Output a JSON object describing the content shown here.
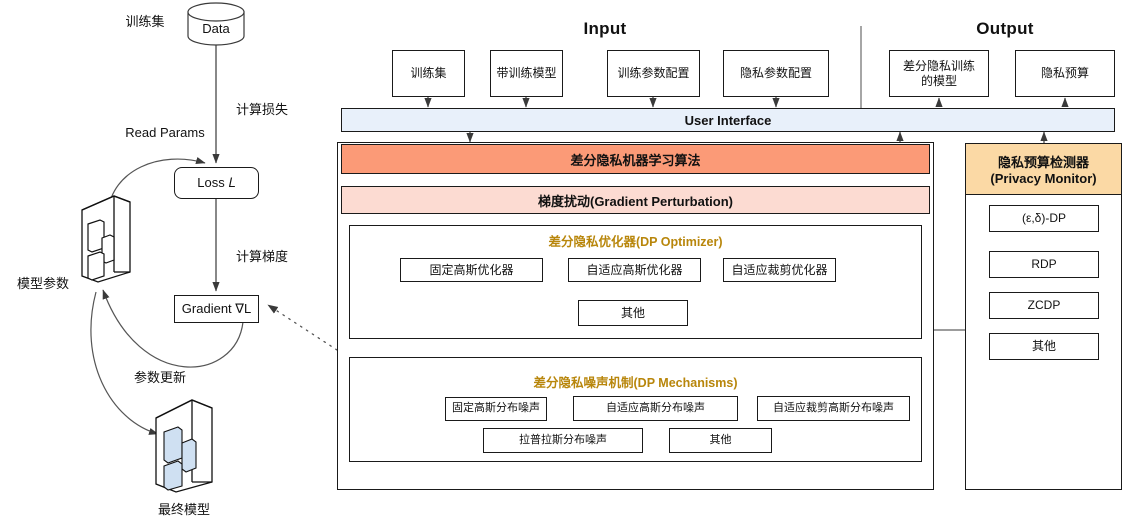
{
  "left_flow": {
    "data_label": "Data",
    "dataset_label": "训练集",
    "compute_loss_label": "计算损失",
    "read_params_label": "Read Params",
    "loss_label": "Loss 𝐿",
    "compute_grad_label": "计算梯度",
    "gradient_label": "Gradient ∇L",
    "model_params_label": "模型参数",
    "param_update_label": "参数更新",
    "final_model_label": "最终模型"
  },
  "headers": {
    "input": "Input",
    "output": "Output"
  },
  "input_boxes": [
    {
      "label": "训练集"
    },
    {
      "label": "带训练模型"
    },
    {
      "label": "训练参数配置"
    },
    {
      "label": "隐私参数配置"
    }
  ],
  "output_boxes": [
    {
      "label": "差分隐私训练\n的模型"
    },
    {
      "label": "隐私预算"
    }
  ],
  "ui_bar": {
    "label": "User Interface"
  },
  "algorithm_bar": {
    "label": "差分隐私机器学习算法"
  },
  "perturbation_bar": {
    "label": "梯度扰动(Gradient Perturbation)"
  },
  "dp_optimizer": {
    "title": "差分隐私优化器(DP Optimizer)",
    "row1": [
      {
        "label": "固定高斯优化器"
      },
      {
        "label": "自适应高斯优化器"
      },
      {
        "label": "自适应裁剪优化器"
      }
    ],
    "row2": [
      {
        "label": "其他"
      }
    ]
  },
  "dp_mechanisms": {
    "title": "差分隐私噪声机制(DP Mechanisms)",
    "row1": [
      {
        "label": "固定高斯分布噪声"
      },
      {
        "label": "自适应高斯分布噪声"
      },
      {
        "label": "自适应裁剪高斯分布噪声"
      }
    ],
    "row2": [
      {
        "label": "拉普拉斯分布噪声"
      },
      {
        "label": "其他"
      }
    ]
  },
  "privacy_monitor": {
    "title_line1": "隐私预算检测器",
    "title_line2": "(Privacy Monitor)",
    "items": [
      {
        "label": "(ε,δ)-DP"
      },
      {
        "label": "RDP"
      },
      {
        "label": "ZCDP"
      },
      {
        "label": "其他"
      }
    ]
  },
  "colors": {
    "ui_bar_bg": "#e8f0fa",
    "algorithm_bg": "#fb9a77",
    "perturbation_bg": "#fcdbd2",
    "monitor_header_bg": "#fbd9a5",
    "accent_gold": "#b8860b",
    "stroke": "#1a1a1a",
    "server_fill": "#d6e4f4"
  }
}
